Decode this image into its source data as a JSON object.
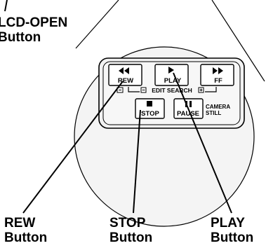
{
  "callouts": {
    "lcd_open": {
      "line1": "LCD-OPEN",
      "line2": "Button"
    },
    "rew": {
      "line1": "REW",
      "line2": "Button"
    },
    "stop": {
      "line1": "STOP",
      "line2": "Button"
    },
    "play": {
      "line1": "PLAY",
      "line2": "Button"
    }
  },
  "panel": {
    "buttons": {
      "rew": "REW",
      "play": "PLAY",
      "ff": "FF",
      "stop": "STOP",
      "pause": "PAUSE"
    },
    "edit_search": "EDIT SEARCH",
    "camera_still": {
      "line1": "CAMERA",
      "line2": "STILL"
    }
  },
  "colors": {
    "ink": "#000000",
    "background": "#ffffff",
    "circle_fill": "#f4f4f4"
  },
  "icons": {
    "rew": "rewind-icon",
    "play": "play-icon",
    "ff": "fast-forward-icon",
    "stop": "stop-icon",
    "pause": "pause-icon",
    "edit_search_minus": "edit-search-minus-icon",
    "edit_search_plus": "edit-search-plus-icon"
  }
}
